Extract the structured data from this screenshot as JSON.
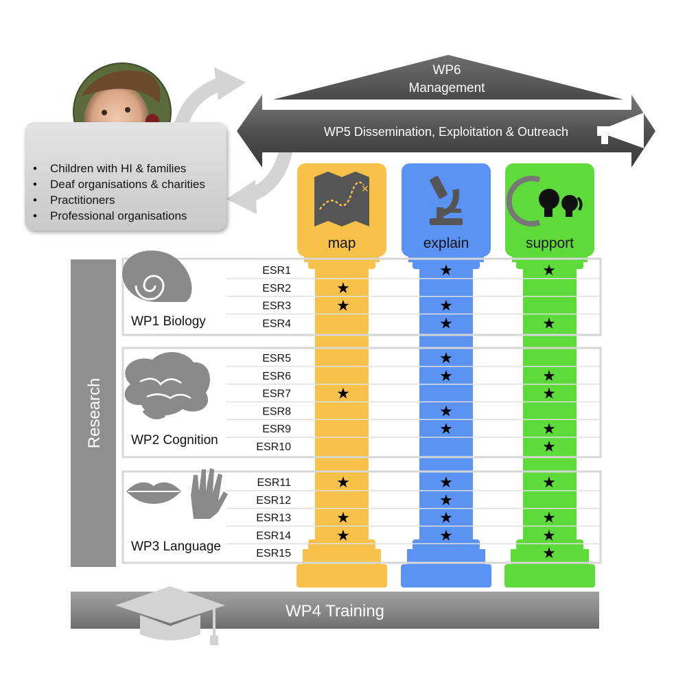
{
  "wp6": {
    "code": "WP6",
    "name": "Management"
  },
  "wp5": {
    "label": "WP5 Dissemination, Exploitation & Outreach"
  },
  "stakeholders": {
    "items": [
      "Children with HI & families",
      "Deaf organisations & charities",
      "Practitioners",
      "Professional organisations"
    ]
  },
  "pillars": [
    {
      "label": "map",
      "color": "#f8c24a",
      "icon": "map-icon"
    },
    {
      "label": "explain",
      "color": "#5b93f5",
      "icon": "microscope-icon"
    },
    {
      "label": "support",
      "color": "#5edb3a",
      "icon": "child-heads-icon"
    }
  ],
  "research": {
    "label": "Research"
  },
  "workpackages": [
    {
      "label": "WP1 Biology",
      "icon": "cochlea-icon",
      "esrs": [
        "ESR1",
        "ESR2",
        "ESR3",
        "ESR4"
      ]
    },
    {
      "label": "WP2 Cognition",
      "icon": "brain-icon",
      "esrs": [
        "ESR5",
        "ESR6",
        "ESR7",
        "ESR8",
        "ESR9",
        "ESR10"
      ]
    },
    {
      "label": "WP3 Language",
      "icon": "lips-and-hand-icon",
      "esrs": [
        "ESR11",
        "ESR12",
        "ESR13",
        "ESR14",
        "ESR15"
      ]
    }
  ],
  "assignments": {
    "ESR1": [
      false,
      true,
      true
    ],
    "ESR2": [
      true,
      false,
      false
    ],
    "ESR3": [
      true,
      true,
      false
    ],
    "ESR4": [
      false,
      true,
      true
    ],
    "ESR5": [
      false,
      true,
      false
    ],
    "ESR6": [
      false,
      true,
      true
    ],
    "ESR7": [
      true,
      false,
      true
    ],
    "ESR8": [
      false,
      true,
      false
    ],
    "ESR9": [
      false,
      true,
      true
    ],
    "ESR10": [
      false,
      false,
      true
    ],
    "ESR11": [
      true,
      true,
      true
    ],
    "ESR12": [
      false,
      true,
      false
    ],
    "ESR13": [
      true,
      true,
      true
    ],
    "ESR14": [
      true,
      true,
      true
    ],
    "ESR15": [
      false,
      false,
      true
    ]
  },
  "star_glyph": "★",
  "training": {
    "label": "WP4 Training",
    "icon": "graduation-cap-icon"
  },
  "colors": {
    "dark_arrow": "#555555",
    "grey_bar": "#8f8f8f",
    "light_grey": "#d6d6d6"
  }
}
